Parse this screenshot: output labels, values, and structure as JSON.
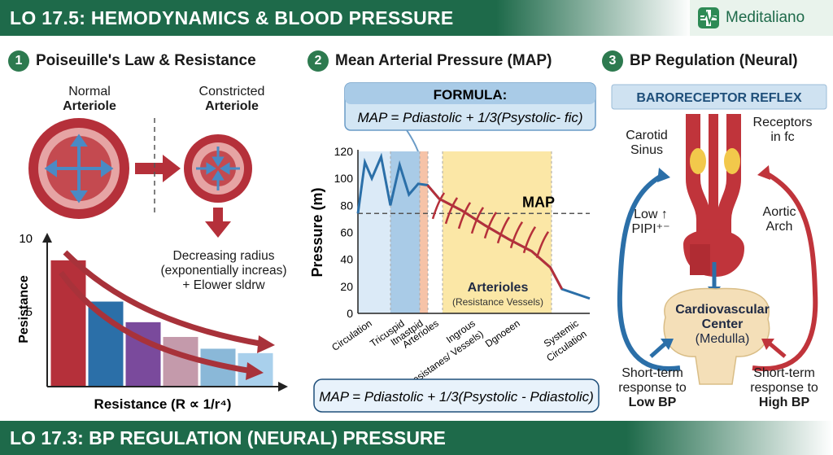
{
  "header": {
    "title": "LO 17.5: HEMODYNAMICS & BLOOD PRESSURE",
    "brand": "Meditaliano"
  },
  "footer": {
    "title": "LO 17.3: BP REGULATION (NEURAL) PRESSURE"
  },
  "section1": {
    "number": "1",
    "title": "Poiseuille's Law & Resistance",
    "normal_line1": "Normal",
    "normal_line2": "Arteriole",
    "constricted_line1": "Constricted",
    "constricted_line2": "Arteriole",
    "note_line1": "Decreasing radius",
    "note_line2": "(exponentially increas)",
    "note_line3": "+ Elower sldrw",
    "chart_y_label": "Pesistance",
    "chart_x_label": "Resistance (R ∝ 1/r⁴)"
  },
  "section2": {
    "number": "2",
    "title": "Mean Arterial Pressure (MAP)",
    "formula_title": "FORMULA:",
    "formula_top": "MAP = Pdiastolic + 1/3(Psystolic- fic)",
    "formula_bottom": "MAP = Pdiastolic + 1/3(Psystolic - Pdiastolic)",
    "y_axis_label": "Pressure (m)",
    "map_label": "MAP",
    "arterioles_title": "Arterioles",
    "arterioles_sub": "(Resistance Vessels)"
  },
  "section3": {
    "number": "3",
    "title": "BP Regulation (Neural)",
    "banner": "BARORECEPTOR REFLEX",
    "carotid_line1": "Carotid",
    "carotid_line2": "Sinus",
    "receptors_line1": "Receptors",
    "receptors_line2": "in fc",
    "low_line1": "Low ↑",
    "low_line2": "PIPI⁺⁻",
    "aortic_line1": "Aortic",
    "aortic_line2": "Arch",
    "center_line1": "Cardiovascular",
    "center_line2": "Center",
    "center_line3": "(Medulla)",
    "left_resp_line1": "Short-term",
    "left_resp_line2": "response to",
    "left_resp_line3": "Low BP",
    "right_resp_line1": "Short-term",
    "right_resp_line2": "response to",
    "right_resp_line3": "High BP"
  },
  "chart_data": [
    {
      "type": "bar",
      "title": "",
      "xlabel": "Resistance (R ∝ 1/r⁴)",
      "ylabel": "Pesistance",
      "yticks": [
        "5",
        "10"
      ],
      "ylim": [
        0,
        10
      ],
      "values": [
        8.6,
        5.8,
        4.4,
        3.4,
        2.6,
        2.3
      ],
      "colors": [
        "#b5303a",
        "#2b6fa8",
        "#7a4a9c",
        "#c49aab",
        "#8ab8d8",
        "#a9d0ec"
      ]
    },
    {
      "type": "line",
      "ylabel": "Pressure (m)",
      "ylim": [
        0,
        120
      ],
      "yticks": [
        "0",
        "20",
        "40",
        "60",
        "80",
        "100",
        "120"
      ],
      "categories": [
        "Circulation",
        "Tricuspid",
        "Itnastpid",
        "Arterioles",
        "Ingrous (Resistanes/ Vessels)",
        "Dgnoeen",
        "Systemic Circulation"
      ],
      "map_value": 74,
      "series": [
        {
          "values": [
            [
              0,
              74
            ],
            [
              0.03,
              112
            ],
            [
              0.06,
              100
            ],
            [
              0.1,
              116
            ],
            [
              0.14,
              80
            ],
            [
              0.18,
              110
            ],
            [
              0.22,
              88
            ],
            [
              0.26,
              96
            ],
            [
              0.3,
              95
            ],
            [
              0.35,
              85
            ],
            [
              0.45,
              76
            ],
            [
              0.55,
              65
            ],
            [
              0.65,
              55
            ],
            [
              0.75,
              46
            ],
            [
              0.83,
              34
            ],
            [
              0.88,
              18
            ],
            [
              1.0,
              11
            ]
          ]
        }
      ]
    }
  ]
}
